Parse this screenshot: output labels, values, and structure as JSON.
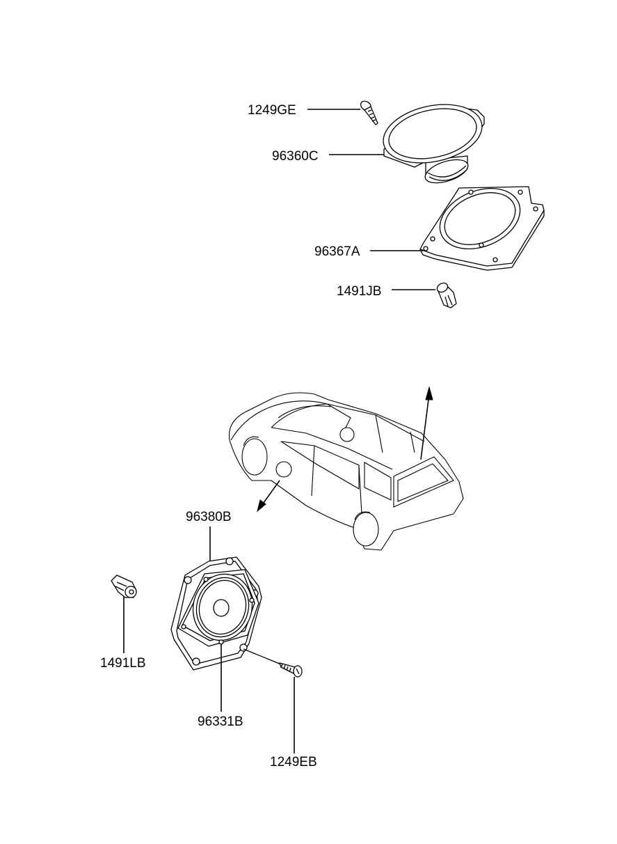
{
  "parts": [
    {
      "id": "1249GE",
      "label": "1249GE"
    },
    {
      "id": "96360C",
      "label": "96360C"
    },
    {
      "id": "96367A",
      "label": "96367A"
    },
    {
      "id": "1491JB",
      "label": "1491JB"
    },
    {
      "id": "96380B",
      "label": "96380B"
    },
    {
      "id": "1491LB",
      "label": "1491LB"
    },
    {
      "id": "96331B",
      "label": "96331B"
    },
    {
      "id": "1249EB",
      "label": "1249EB"
    }
  ]
}
